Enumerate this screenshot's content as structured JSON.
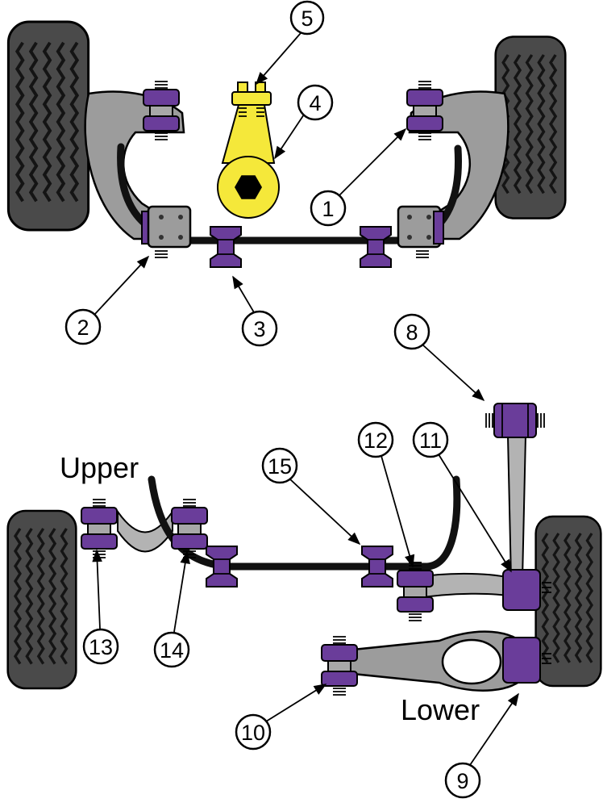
{
  "diagram": {
    "labels": {
      "upper": "Upper",
      "lower": "Lower"
    },
    "callouts": [
      {
        "label": "1"
      },
      {
        "label": "2"
      },
      {
        "label": "3"
      },
      {
        "label": "4"
      },
      {
        "label": "5"
      },
      {
        "label": "8"
      },
      {
        "label": "9"
      },
      {
        "label": "10"
      },
      {
        "label": "11"
      },
      {
        "label": "12"
      },
      {
        "label": "13"
      },
      {
        "label": "14"
      },
      {
        "label": "15"
      }
    ],
    "colors": {
      "bushing_purple": "#6a3d9a",
      "engine_mount_yellow": "#f5e83a",
      "arm_gray": "#9c9c9c",
      "tire_gray": "#4a4a4a",
      "outline_black": "#000000",
      "background": "#ffffff"
    }
  }
}
